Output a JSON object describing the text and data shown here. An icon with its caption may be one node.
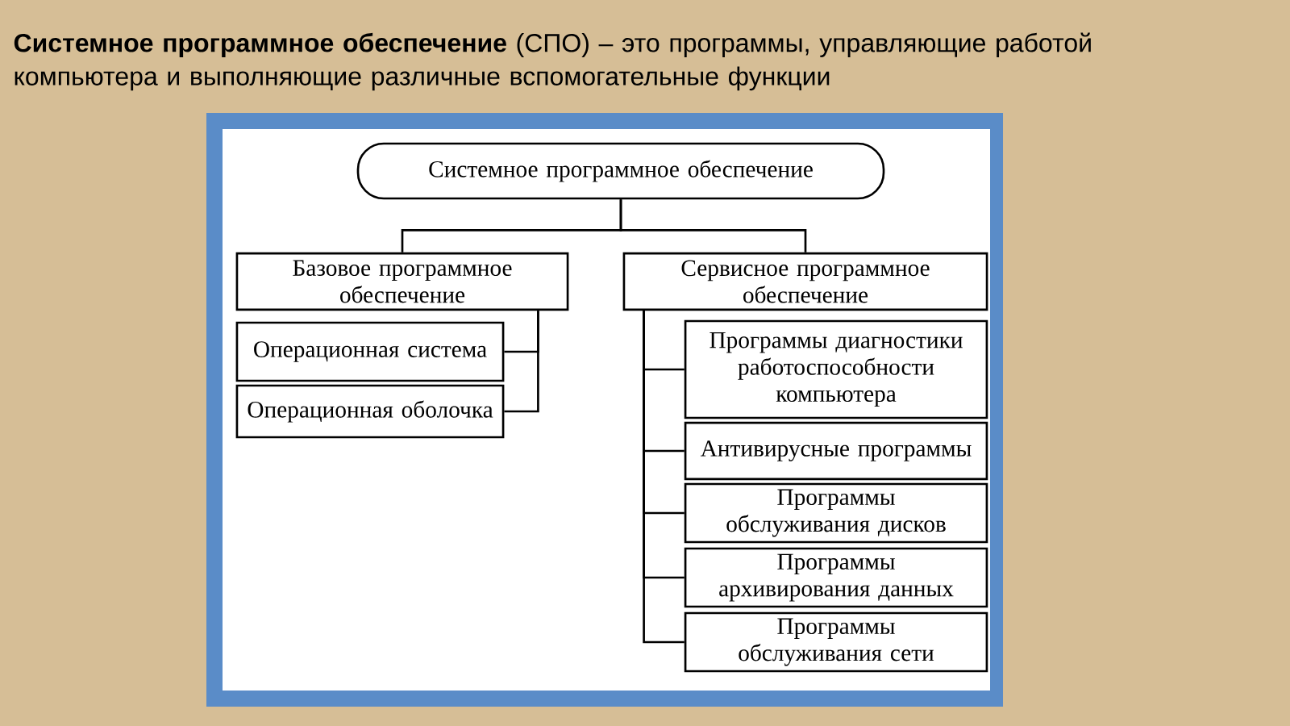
{
  "diagram": {
    "title": "**Системное программное обеспечение** (СПО) – это программы, управляющие работой компьютера и выполняющие различные вспомогательные функции",
    "nodes": [
      {
        "text": [
          "Системное программное обеспечение"
        ]
      },
      {
        "text": [
          "Базовое программное обеспечение"
        ]
      },
      {
        "text": [
          "Сервисное программное обеспечение"
        ]
      },
      {
        "text": [
          "Операционная система"
        ]
      },
      {
        "text": [
          "Операционная оболочка"
        ]
      },
      {
        "text": [
          "Программы диагностики работоспособности компьютера"
        ]
      },
      {
        "text": [
          "Антивирусные программы"
        ]
      },
      {
        "text": [
          "Программы обслуживания дисков"
        ]
      },
      {
        "text": [
          "Программы архивирования данных"
        ]
      },
      {
        "text": [
          "Программы обслуживания сети"
        ]
      }
    ],
    "edges": [
      {
        "from": 0,
        "to": 1,
        "arrow": "none"
      },
      {
        "from": 0,
        "to": 2,
        "arrow": "none"
      },
      {
        "from": 1,
        "to": 3,
        "arrow": "none"
      },
      {
        "from": 1,
        "to": 4,
        "arrow": "none"
      },
      {
        "from": 2,
        "to": 5,
        "arrow": "none"
      },
      {
        "from": 2,
        "to": 6,
        "arrow": "none"
      },
      {
        "from": 2,
        "to": 7,
        "arrow": "none"
      },
      {
        "from": 2,
        "to": 8,
        "arrow": "none"
      },
      {
        "from": 2,
        "to": 9,
        "arrow": "none"
      }
    ]
  }
}
